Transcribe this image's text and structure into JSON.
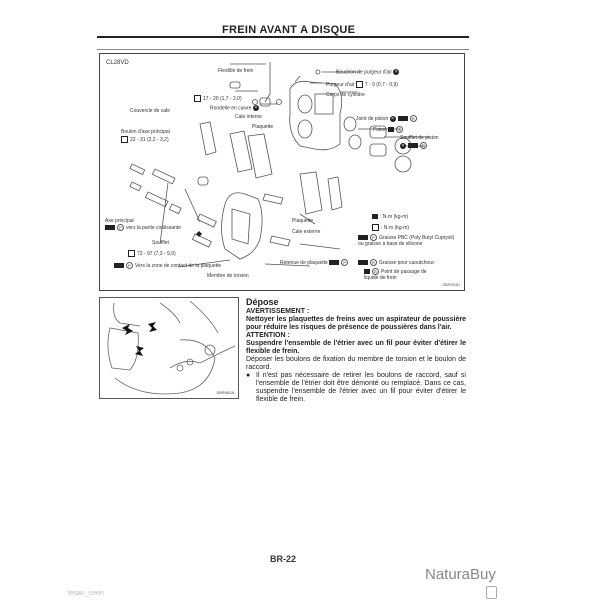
{
  "header": {
    "title": "FREIN AVANT A DISQUE"
  },
  "figure": {
    "model": "CL28VD",
    "ref": "SBR903D",
    "labels": {
      "flexible": "Flexible de frein",
      "bouchon_purgeur": "Bouchon de purgeur d'air",
      "purgeur": "Purgeur d'air",
      "purgeur_torque": "7 - 9 (0,7 - 0,9)",
      "corps_cylindre": "Corps de cylindre",
      "banjo_torque": "17 - 20 (1,7 - 2,0)",
      "rondelle": "Rondelle en cuivre",
      "couvercle_cale": "Couvercle de cale",
      "cale_interne": "Cale interne",
      "plaquette1": "Plaquette",
      "boulon_axe": "Boulon d'axe principal",
      "boulon_torque": "22 - 31 (2,2 - 3,2)",
      "joint_piston": "Joint de piston",
      "piston": "Piston",
      "soufflet_piston": "Soufflet de piston",
      "axe_principal": "Axe principal",
      "vers_partie": "vers la partie coulissante",
      "soufflet": "Soufflet",
      "torsion_torque": "72 - 97 (7,3 - 9,9)",
      "vers_zone": "Vers la zone de contact de la plaquette",
      "membre_torsion": "Membre de torsion",
      "plaquette2": "Plaquette",
      "cale_externe": "Cale externe",
      "retenue": "Retenue de plaquette"
    },
    "legend": [
      {
        "icon": "torque-icon",
        "text": ": N·m (kg-m)"
      },
      {
        "icon": "torque-icon",
        "text": ": N·m (kg-m)"
      },
      {
        "icon": "grease-icon",
        "letter": "P",
        "text": "Graisse PBC (Poly Butyl Cuprysil) ou graisse à base de silicone"
      },
      {
        "icon": "grease-icon",
        "letter": "R",
        "text": "Graisse pour caoutchouc"
      },
      {
        "icon": "brake-fluid-icon",
        "letter": "B",
        "text": "Point de passage de liquide de frein"
      }
    ]
  },
  "photo": {
    "ref": "SBR983A"
  },
  "section": {
    "title": "Dépose",
    "warning_label": "AVERTISSEMENT :",
    "warning_text": "Nettoyer les plaquettes de freins avec un aspirateur de poussière pour réduire les risques de présence de poussières dans l'air.",
    "caution_label": "ATTENTION :",
    "caution_text": "Suspendre l'ensemble de l'étrier avec un fil pour éviter d'étirer le flexible de frein.",
    "body": "Déposer les boulons de fixation du membre de torsion et le boulon de raccord.",
    "bullet": "Il n'est pas nécessaire de retirer les boulons de raccord, sauf si l'ensemble de l'étrier doit être démonté ou remplacé. Dans ce cas, suspendre l'ensemble de l'étrier avec un fil pour éviter d'étirer le flexible de frein."
  },
  "footer": {
    "page": "BR-22",
    "watermark": "NaturaBuy",
    "seller": "lesan_ceen"
  }
}
